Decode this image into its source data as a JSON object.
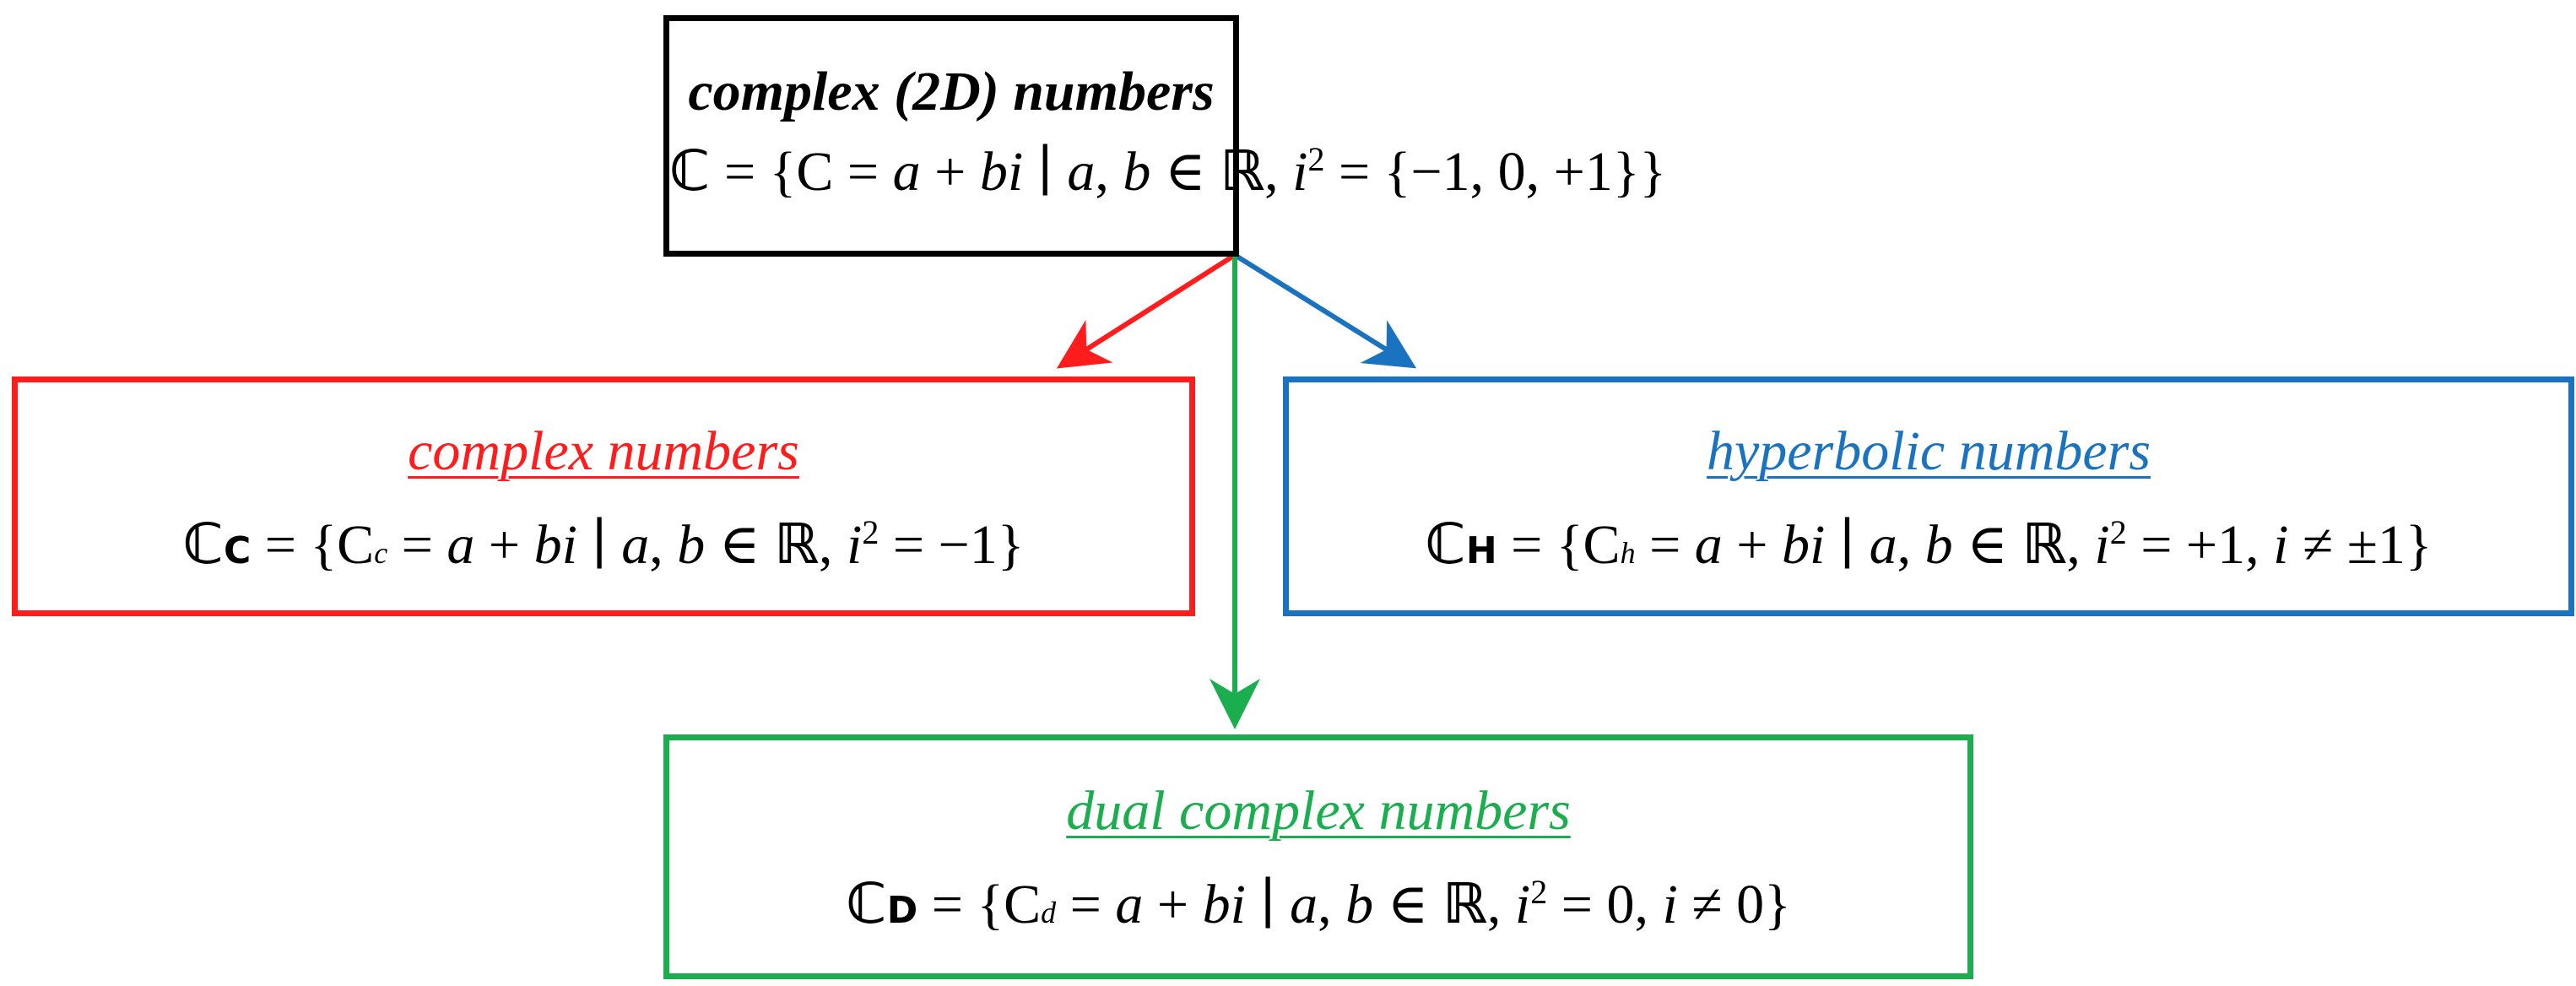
{
  "colors": {
    "top": "#000000",
    "complex": "#ff1c1c",
    "hyperbolic": "#1a73c0",
    "dual": "#1aae4f"
  },
  "nodes": {
    "top": {
      "title": "complex (2D) numbers",
      "set_symbol": "ℂ",
      "formula_a": " = {C = ",
      "formula_b": "a",
      "formula_c": " + ",
      "formula_d": "bi",
      "formula_e": " ∣ ",
      "formula_f": "a",
      "formula_g": ", ",
      "formula_h": "b",
      "formula_i": " ∈ ",
      "reals": "ℝ",
      "formula_j": ", ",
      "formula_k": "i",
      "exp": "2",
      "formula_l": " = {−1, 0, +1}}"
    },
    "complex": {
      "title": "complex numbers",
      "set_symbol": "ℂ",
      "set_sub": "C",
      "formula_a": " = {C",
      "var_sub": "c",
      "formula_b": " = ",
      "formula_c": "a",
      "formula_d": " + ",
      "formula_e": "bi",
      "formula_f": " ∣ ",
      "formula_g": "a",
      "formula_h": ", ",
      "formula_i": "b",
      "formula_j": " ∈ ",
      "reals": "ℝ",
      "formula_k": ", ",
      "formula_l": "i",
      "exp": "2",
      "formula_m": " = −1}"
    },
    "hyperbolic": {
      "title": "hyperbolic numbers",
      "set_symbol": "ℂ",
      "set_sub": "H",
      "formula_a": " = {C",
      "var_sub": "h",
      "formula_b": " = ",
      "formula_c": "a",
      "formula_d": " + ",
      "formula_e": "bi",
      "formula_f": " ∣ ",
      "formula_g": "a",
      "formula_h": ", ",
      "formula_i": "b",
      "formula_j": " ∈ ",
      "reals": "ℝ",
      "formula_k": ", ",
      "formula_l": "i",
      "exp": "2",
      "formula_m": " = +1, ",
      "formula_n": "i",
      "formula_o": " ≠ ±1}"
    },
    "dual": {
      "title": "dual complex numbers",
      "set_symbol": "ℂ",
      "set_sub": "D",
      "formula_a": " = {C",
      "var_sub": "d",
      "formula_b": " = ",
      "formula_c": "a",
      "formula_d": " + ",
      "formula_e": "bi",
      "formula_f": " ∣ ",
      "formula_g": "a",
      "formula_h": ", ",
      "formula_i": "b",
      "formula_j": " ∈ ",
      "reals": "ℝ",
      "formula_k": ", ",
      "formula_l": "i",
      "exp": "2",
      "formula_m": " = 0, ",
      "formula_n": "i",
      "formula_o": " ≠ 0}"
    }
  },
  "edges": [
    {
      "from": "top",
      "to": "complex",
      "color_key": "complex"
    },
    {
      "from": "top",
      "to": "hyperbolic",
      "color_key": "hyperbolic"
    },
    {
      "from": "top",
      "to": "dual",
      "color_key": "dual"
    }
  ]
}
